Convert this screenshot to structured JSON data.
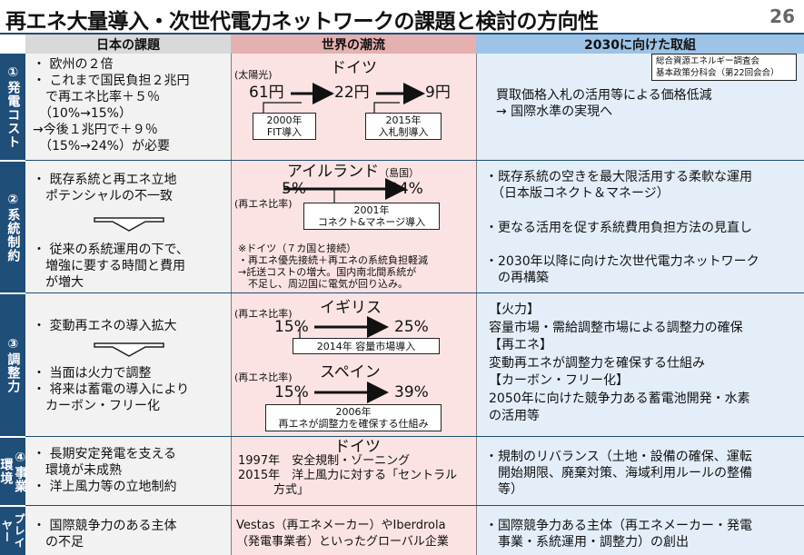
{
  "title": "再エネ大量導入・次世代電力ネットワークの課題と検討の方向性",
  "page_number": "26",
  "headers": {
    "japan": "日本の課題",
    "world": "世界の潮流",
    "y2030": "2030に向けた取組"
  },
  "source_note": [
    "総合資源エネルギー調査会",
    "基本政策分科会（第22回会合）"
  ],
  "sections": {
    "s1": {
      "label": "①発電コスト",
      "japan": [
        "・ 欧州の２倍",
        "・ これまで国民負担２兆円",
        "　で再エネ比率＋５％",
        "　（10%→15%）",
        "→今後１兆円で＋９％",
        "　（15%→24%）が必要"
      ],
      "world": {
        "small_label": "(太陽光)",
        "country": "ドイツ",
        "v1": "61円",
        "v2": "22円",
        "v3": "9円",
        "box1": [
          "2000年",
          "FIT導入"
        ],
        "box2": [
          "2015年",
          "入札制導入"
        ]
      },
      "y2030": [
        "買取価格入札の活用等による価格低減",
        "→ 国際水準の実現へ"
      ]
    },
    "s2": {
      "label": "②系統制約",
      "japan_top": [
        "・ 既存系統と再エネ立地",
        "　ポテンシャルの不一致"
      ],
      "japan_bottom": [
        "・ 従来の系統運用の下で、",
        "　増強に要する時間と費用",
        "　が増大"
      ],
      "world": {
        "country": "アイルランド",
        "country_note": "（島国）",
        "ratio_label": "(再エネ比率)",
        "v1": "5%",
        "v2": "24%",
        "box": [
          "2001年",
          "コネクト&マネージ導入"
        ],
        "note_head": "※ドイツ（７カ国と接続）",
        "note_lines": [
          "・再エネ優先接続＋再エネの系統負担軽減",
          "→託送コストの増大。国内南北間系統が",
          "　不足し、周辺国に電気が回り込み。"
        ]
      },
      "y2030": [
        "・既存系統の空きを最大限活用する柔軟な運用",
        "　（日本版コネクト＆マネージ）",
        "・更なる活用を促す系統費用負担方法の見直し",
        "・2030年以降に向けた次世代電力ネットワーク",
        "　の再構築"
      ]
    },
    "s3": {
      "label": "③調整力",
      "japan_top": [
        "・ 変動再エネの導入拡大"
      ],
      "japan_bottom": [
        "・ 当面は火力で調整",
        "・ 将来は蓄電の導入により",
        "　カーボン・フリー化"
      ],
      "world": {
        "uk_ratio_label": "(再エネ比率)",
        "uk": "イギリス",
        "uk_v1": "15%",
        "uk_v2": "25%",
        "uk_box": "2014年 容量市場導入",
        "es_ratio_label": "(再エネ比率)",
        "es": "スペイン",
        "es_v1": "15%",
        "es_v2": "39%",
        "es_box": [
          "2006年",
          "再エネが調整力を確保する仕組み"
        ]
      },
      "y2030": [
        "【火力】",
        "容量市場・需給調整市場による調整力の確保",
        "【再エネ】",
        "変動再エネが調整力を確保する仕組み",
        "【カーボン・フリー化】",
        "2050年に向けた競争力ある蓄電池開発・水素",
        "の活用等"
      ]
    },
    "s4": {
      "label": [
        "④事業",
        "環境"
      ],
      "japan": [
        "・ 長期安定発電を支える",
        "　環境が未成熟",
        "・ 洋上風力等の立地制約"
      ],
      "world": [
        "ドイツ",
        "1997年　安全規制・ゾーニング",
        "2015年　洋上風力に対する「セントラル",
        "　　　方式」"
      ],
      "y2030": [
        "・規制のリバランス（土地・設備の確保、運転",
        "　開始期限、廃棄対策、海域利用ルールの整備",
        "　等）"
      ]
    },
    "s5": {
      "label": [
        "プレイ",
        "ヤー"
      ],
      "japan": [
        "・ 国際競争力のある主体",
        "　の不足"
      ],
      "world": [
        "Vestas（再エネメーカー）やIberdrola",
        "（発電事業者）といったグローバル企業"
      ],
      "y2030": [
        "・国際競争力ある主体（再エネメーカー・発電",
        "　事業・系統運用・調整力）の創出"
      ]
    }
  }
}
